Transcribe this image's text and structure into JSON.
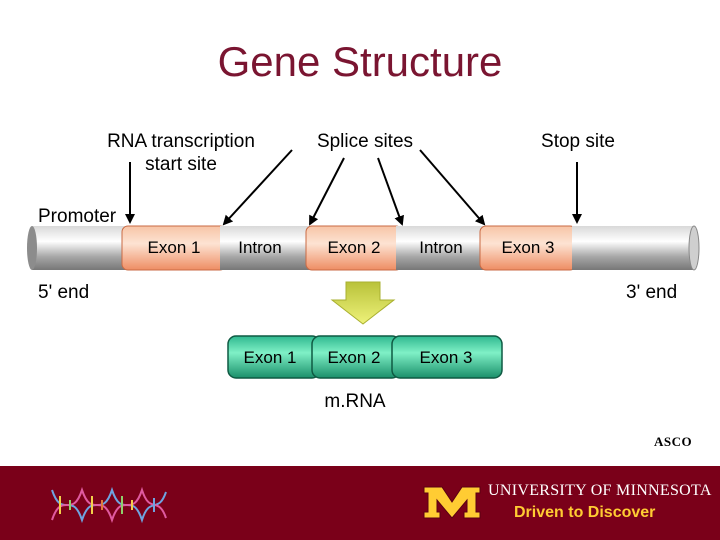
{
  "slide": {
    "title": "Gene Structure",
    "credit": "ASCO"
  },
  "labels": {
    "rna_start_line1": "RNA transcription",
    "rna_start_line2": "start site",
    "splice_sites": "Splice sites",
    "stop_site": "Stop site",
    "promoter": "Promoter",
    "five_prime": "5' end",
    "three_prime": "3' end",
    "mrna": "m.RNA"
  },
  "gene": {
    "segments": [
      "Exon 1",
      "Intron",
      "Exon 2",
      "Intron",
      "Exon 3"
    ]
  },
  "mrna_strand": {
    "segments": [
      "Exon 1",
      "Exon 2",
      "Exon 3"
    ]
  },
  "footer": {
    "university": "UNIVERSITY OF MINNESOTA",
    "tagline": "Driven to Discover",
    "logo_letter": "M"
  },
  "colors": {
    "title": "#7a1531",
    "exon_gene": "#f4a67e",
    "mrna_exon": "#2fb88f",
    "footer_bg": "#7a0019",
    "gold": "#ffcc33",
    "arrow": "#d8e04a"
  }
}
